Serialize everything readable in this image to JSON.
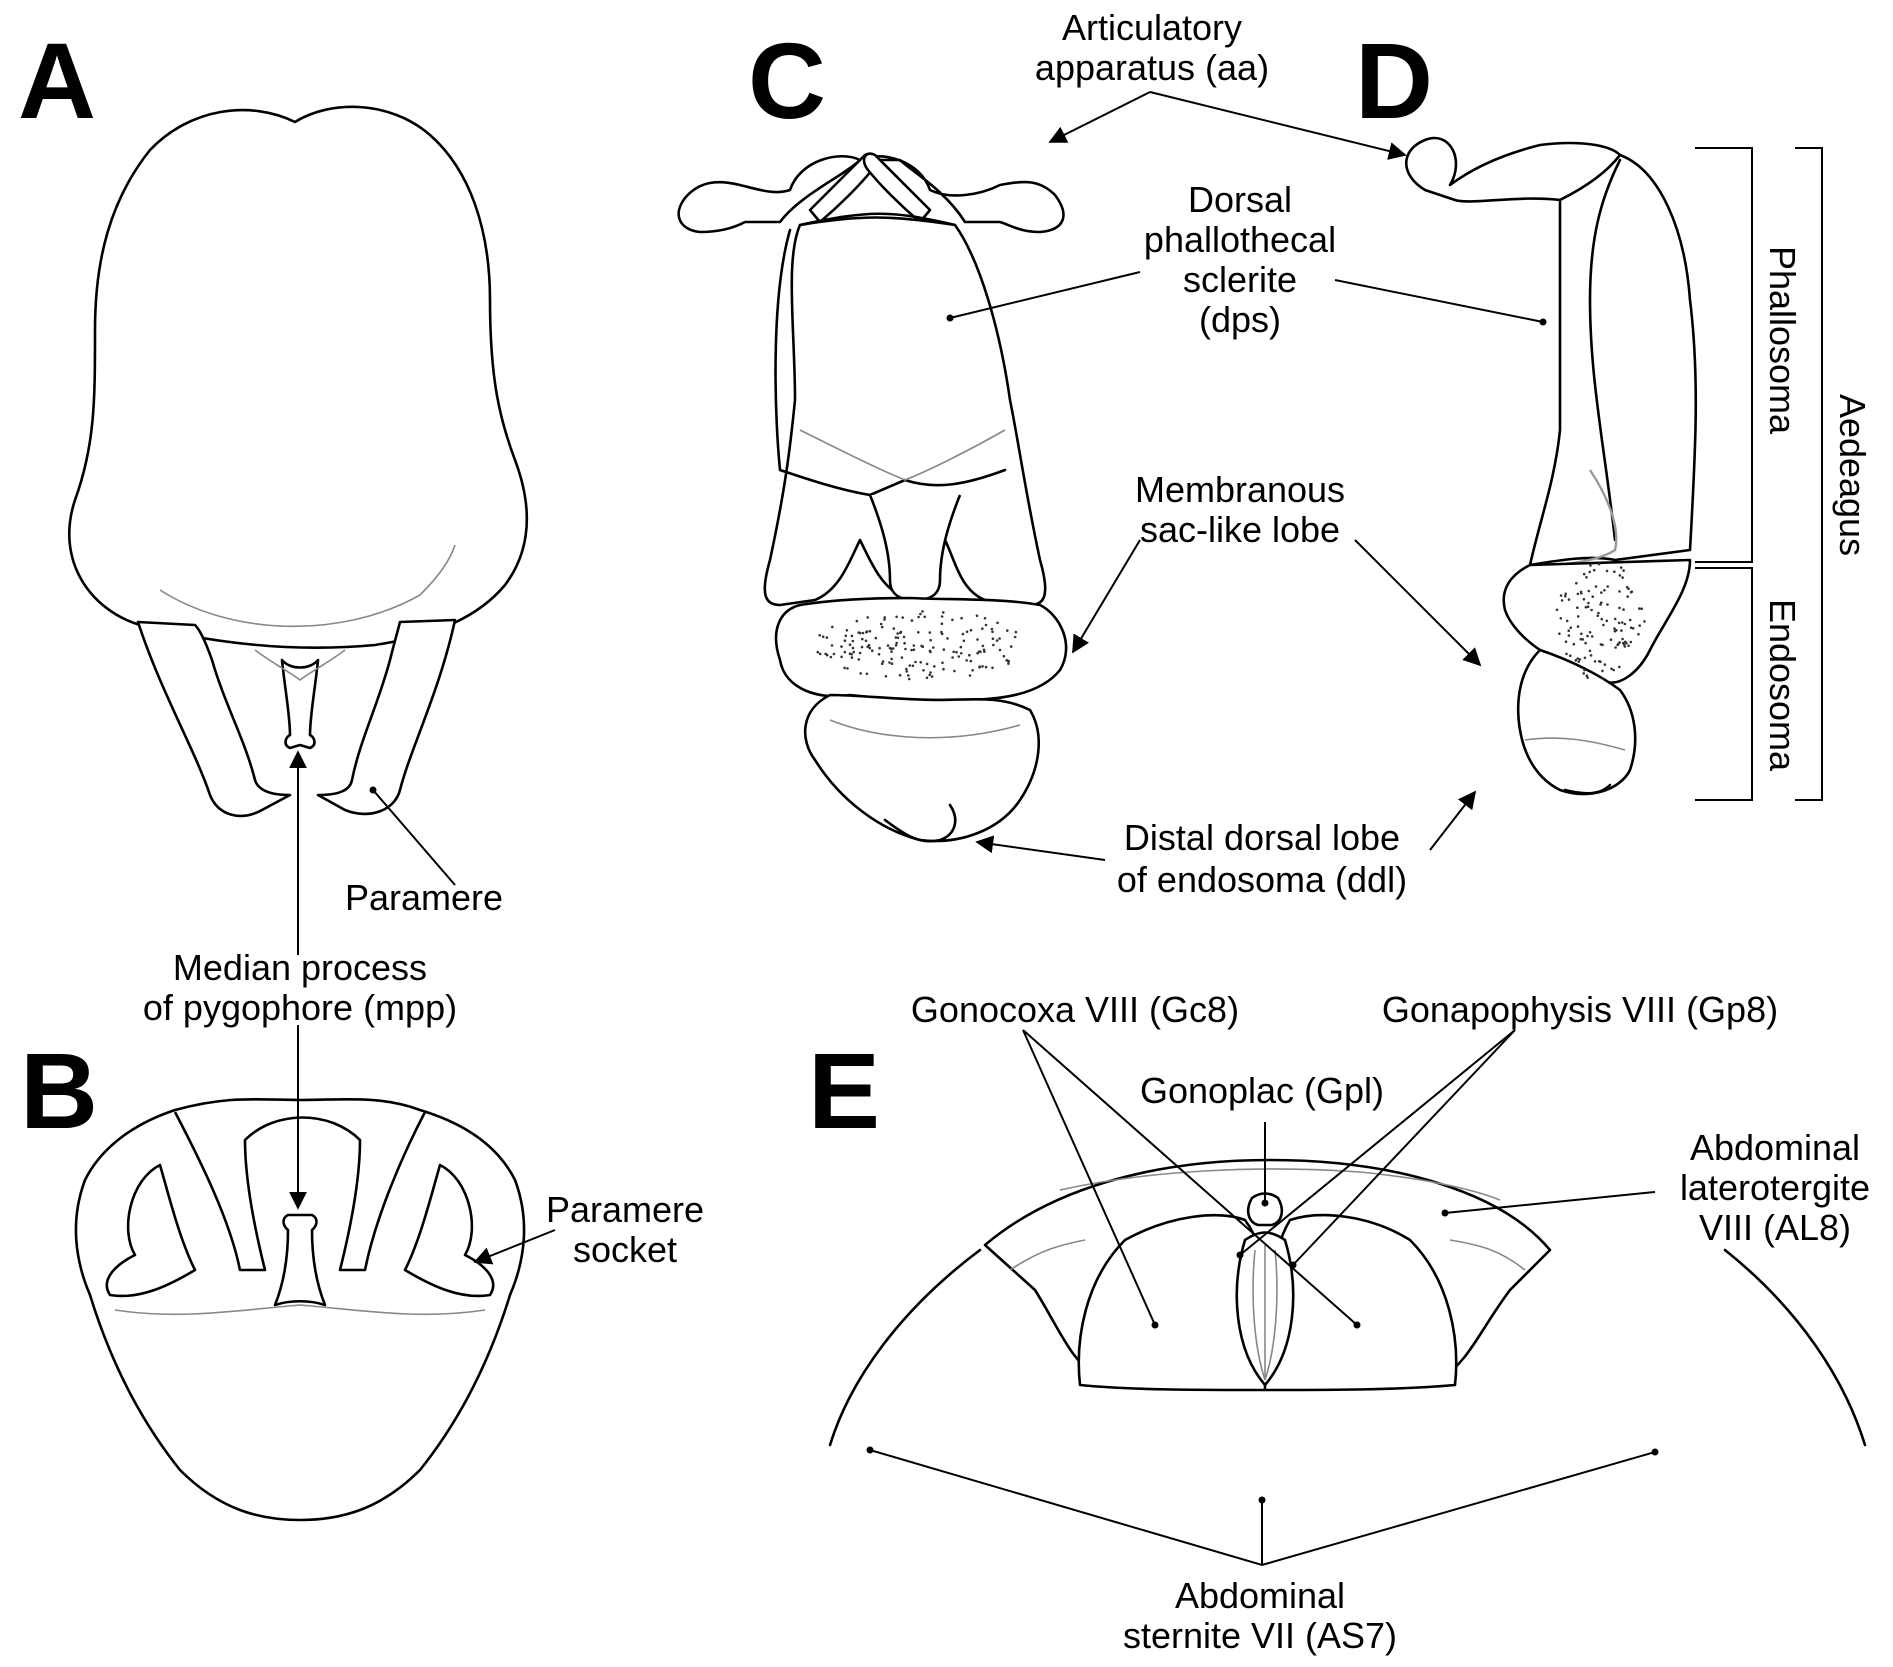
{
  "panels": {
    "a": "A",
    "b": "B",
    "c": "C",
    "d": "D",
    "e": "E"
  },
  "labels": {
    "paramere": "Paramere",
    "mpp": [
      "Median process",
      "of pygophore (mpp)"
    ],
    "paramere_socket": [
      "Paramere",
      "socket"
    ],
    "aa": [
      "Articulatory",
      "apparatus (aa)"
    ],
    "dps": [
      "Dorsal",
      "phallothecal",
      "sclerite",
      "(dps)"
    ],
    "sac_lobe": [
      "Membranous",
      "sac-like lobe"
    ],
    "ddl": [
      "Distal dorsal lobe",
      "of endosoma (ddl)"
    ],
    "phallosoma": "Phallosoma",
    "endosoma": "Endosoma",
    "aedeagus": "Aedeagus",
    "gc8": "Gonocoxa VIII (Gc8)",
    "gp8": "Gonapophysis VIII (Gp8)",
    "gpl": "Gonoplac (Gpl)",
    "al8": [
      "Abdominal",
      "laterotergite",
      "VIII (AL8)"
    ],
    "as7": [
      "Abdominal",
      "sternite VII (AS7)"
    ]
  }
}
